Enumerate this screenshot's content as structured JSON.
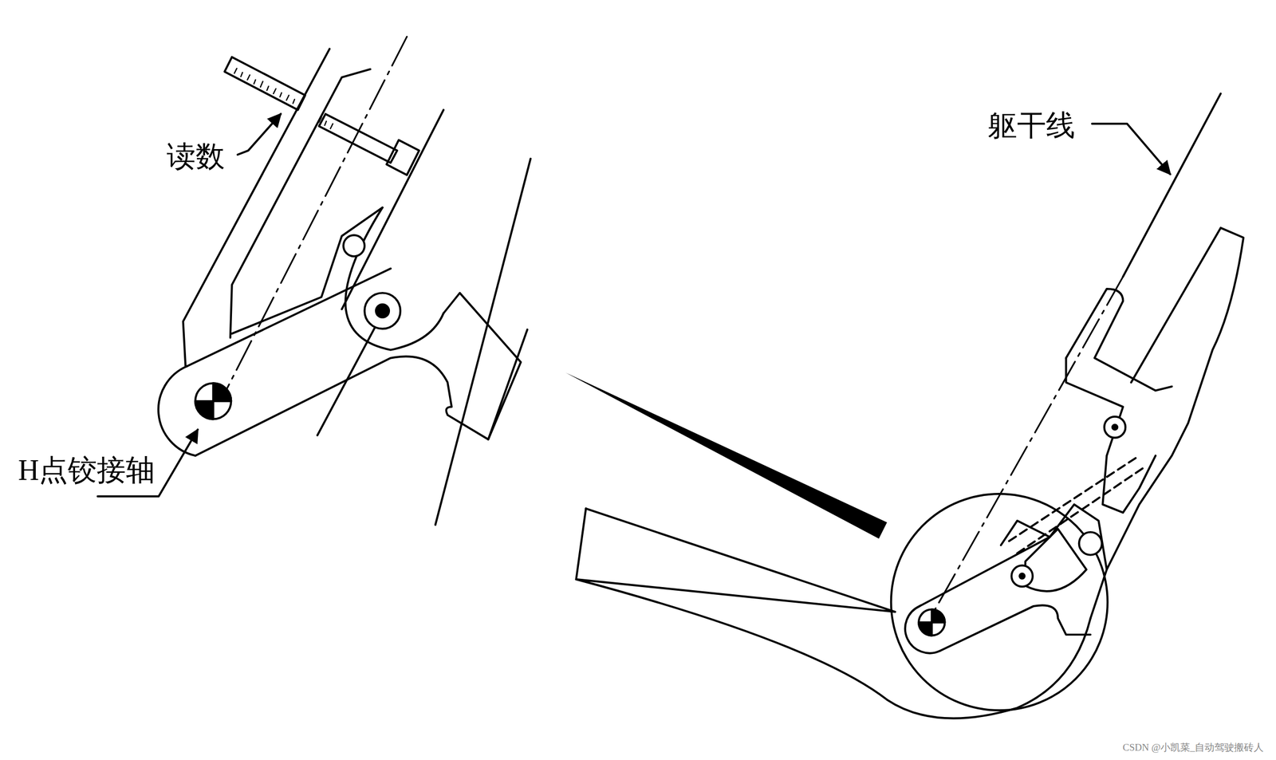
{
  "diagram": {
    "labels": [
      "读数",
      "H点铰接轴",
      "躯干线",
      "CSDN @小凯菜_自动驾驶搬砖人"
    ]
  }
}
